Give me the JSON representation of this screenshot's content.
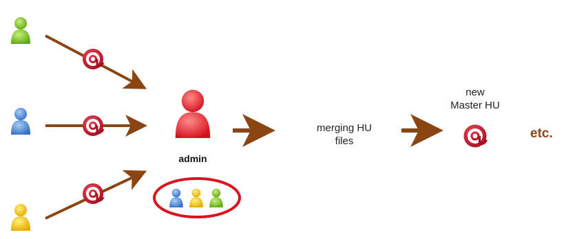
{
  "nodes": {
    "admin_label": "admin",
    "merge_label_line1": "merging HU",
    "merge_label_line2": "files",
    "new_master_line1": "new",
    "new_master_line2": "Master HU",
    "etc_label": "etc."
  },
  "users": [
    {
      "name": "green-user",
      "color": "#7dc71f"
    },
    {
      "name": "blue-user",
      "color": "#4a86d8"
    },
    {
      "name": "yellow-user",
      "color": "#f2c012"
    }
  ],
  "colors": {
    "arrow": "#8b4513",
    "admin": "#e8222b",
    "hu_logo": "#c4122a",
    "group_ellipse": "#d9141f"
  }
}
